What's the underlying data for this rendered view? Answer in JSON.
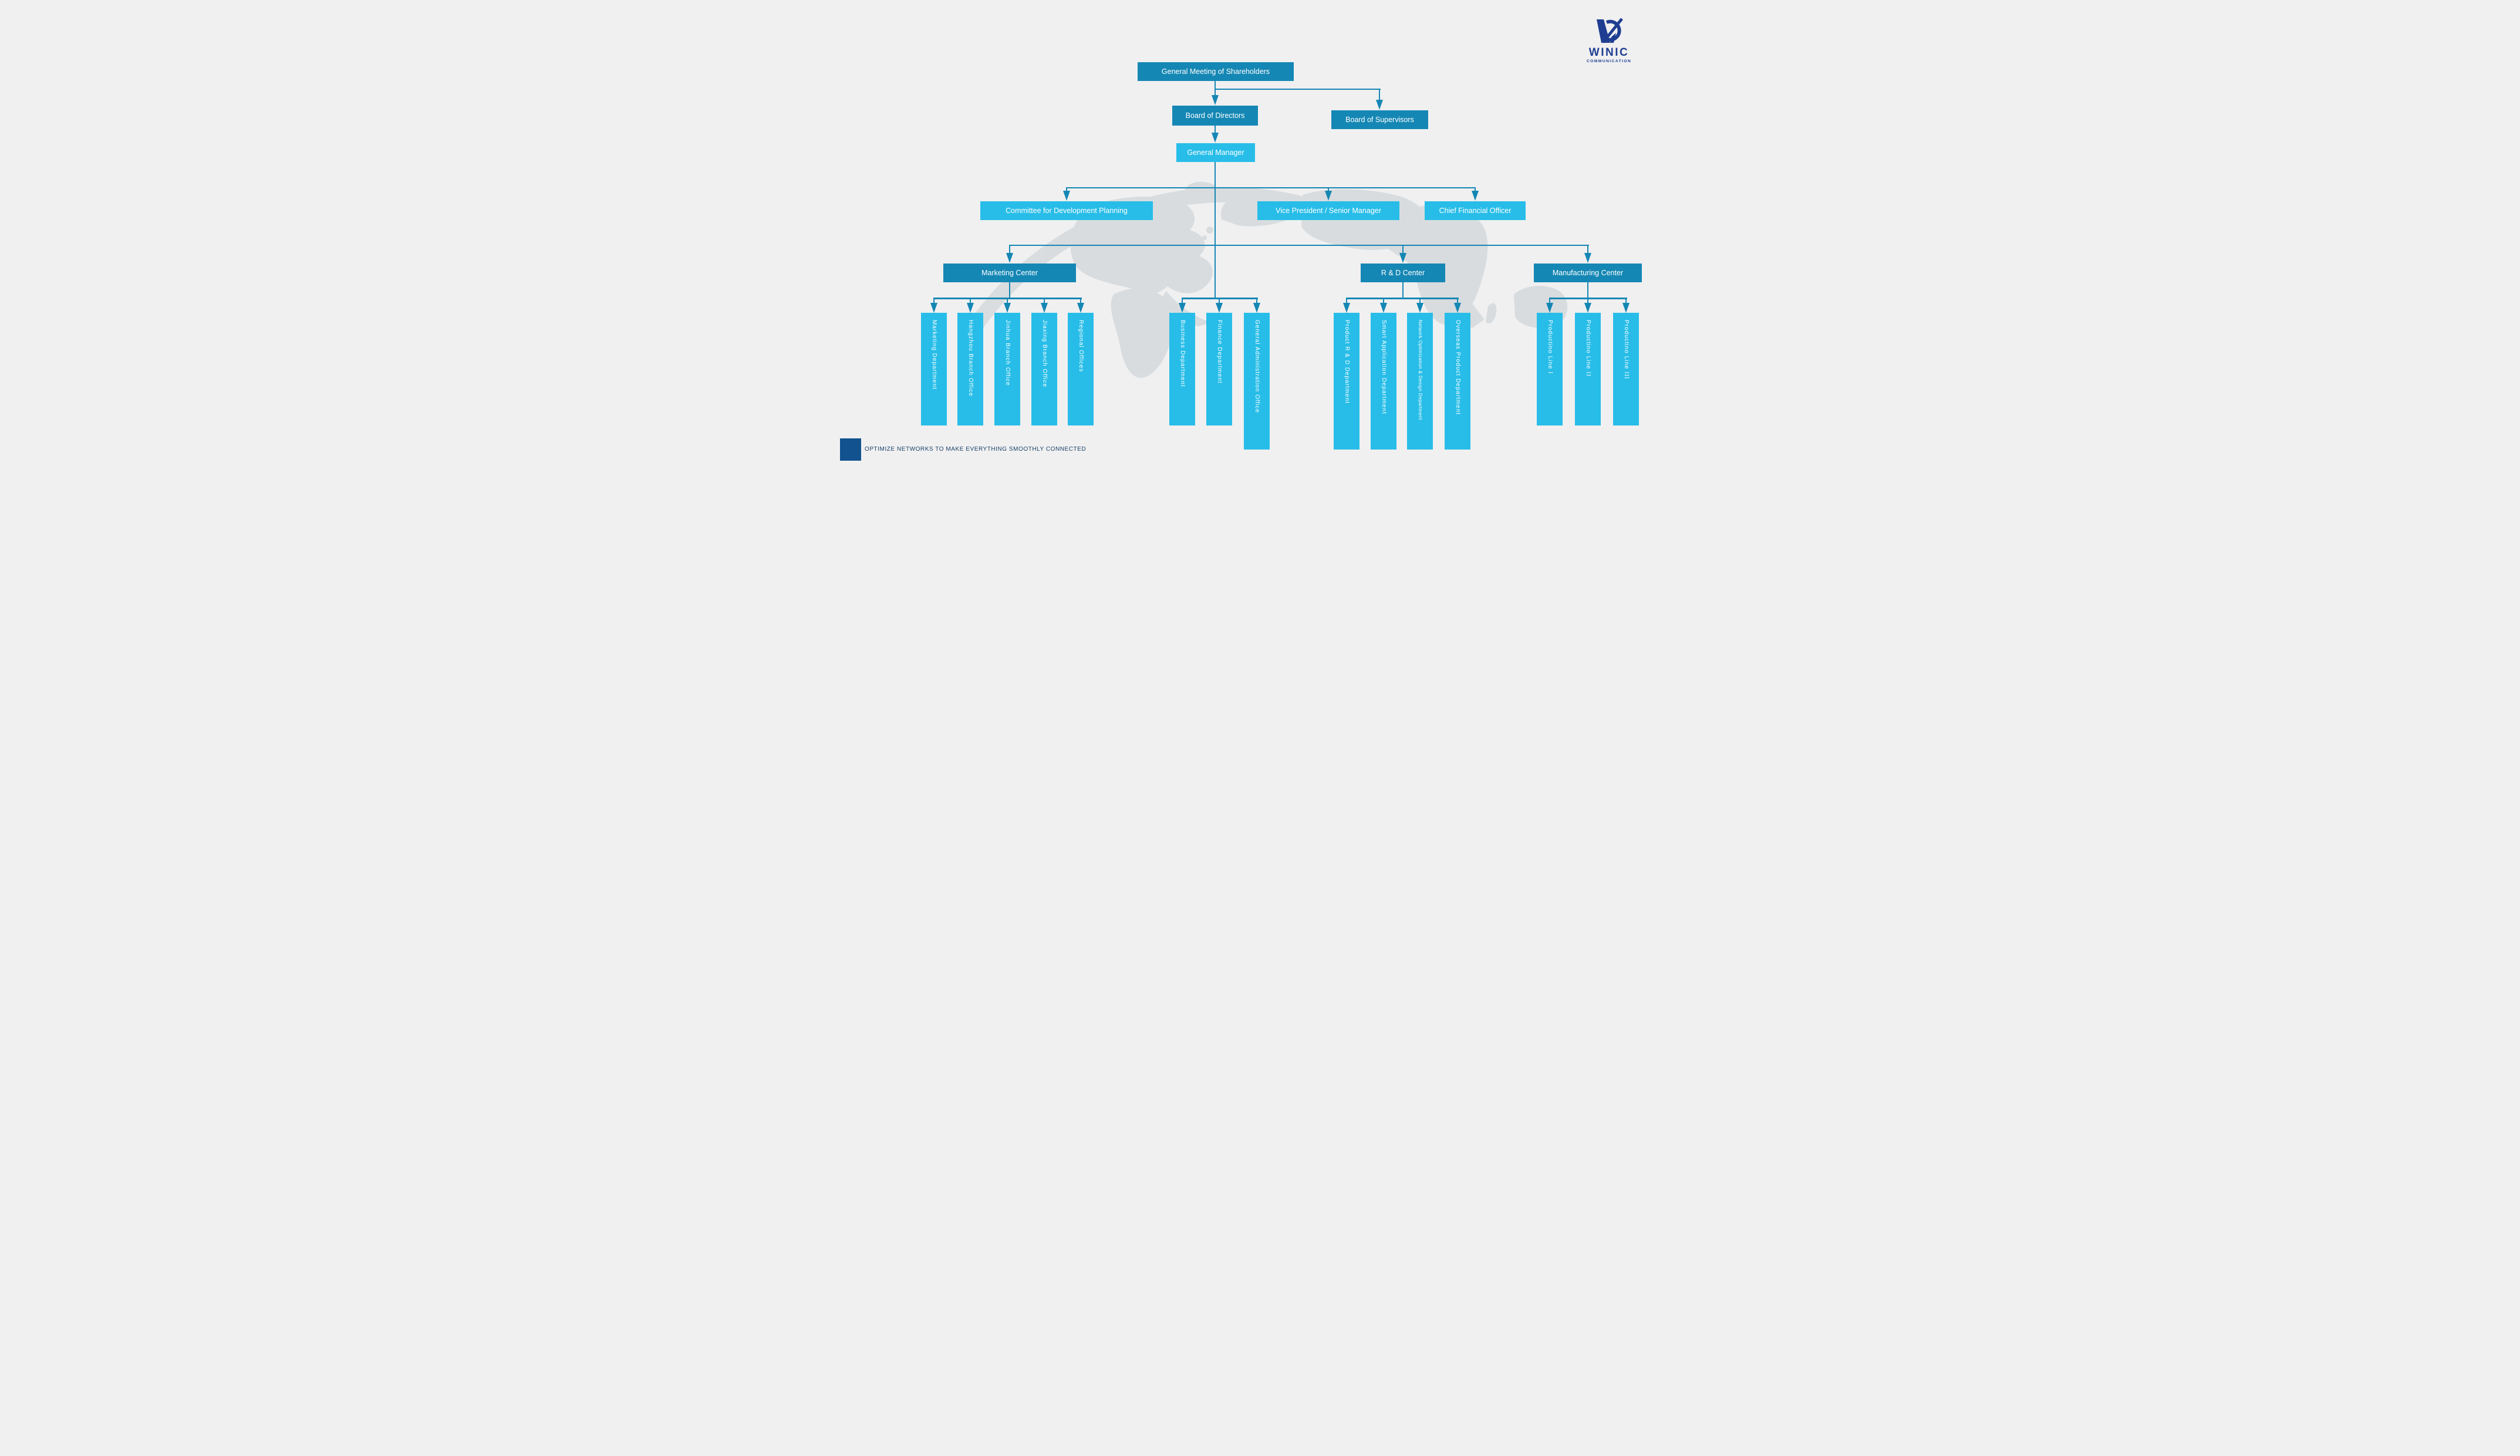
{
  "logo": {
    "brand": "WINIC",
    "sub": "COMMUNICATION"
  },
  "tagline": "OPTIMIZE NETWORKS TO MAKE EVERYTHING SMOOTHLY CONNECTED",
  "org": {
    "level1": {
      "shareholders": "General Meeting of Shareholders"
    },
    "level2": {
      "directors": "Board of Directors",
      "supervisors": "Board of Supervisors"
    },
    "level3": {
      "general_manager": "General Manager"
    },
    "level4": {
      "committee": "Committee for Development Planning",
      "vp": "Vice President / Senior Manager",
      "cfo": "Chief Financial Officer"
    },
    "centers": {
      "marketing": "Marketing Center",
      "rd": "R & D Center",
      "mfg": "Manufacturing Center"
    },
    "marketing_children": [
      "Marketing Department",
      "Hangzhou Branch Office",
      "Jinhua Branch Office",
      "Jiaxing Branch Office",
      "Regional Offices"
    ],
    "admin_children": [
      "Business Department",
      "Finance Department",
      "General Administration Office"
    ],
    "rd_children": [
      "Product R & D Department",
      "Smart Application Department",
      "Network Optimization & Design Department",
      "Overseas Product Department"
    ],
    "mfg_children": [
      {
        "label": "Productino Line",
        "numeral": "I"
      },
      {
        "label": "Productino Line",
        "numeral": "II"
      },
      {
        "label": "Productino Line",
        "numeral": "III"
      }
    ]
  },
  "colors": {
    "box_dark_teal": "#1587b4",
    "box_light_cyan": "#27bde8",
    "connector_line": "#1587b4",
    "logo_navy": "#1f3e92",
    "tagline_square": "#11528f",
    "tagline_text": "#1a4168",
    "watermark_gray": "#d6dade",
    "background": "#f0f0f1"
  }
}
